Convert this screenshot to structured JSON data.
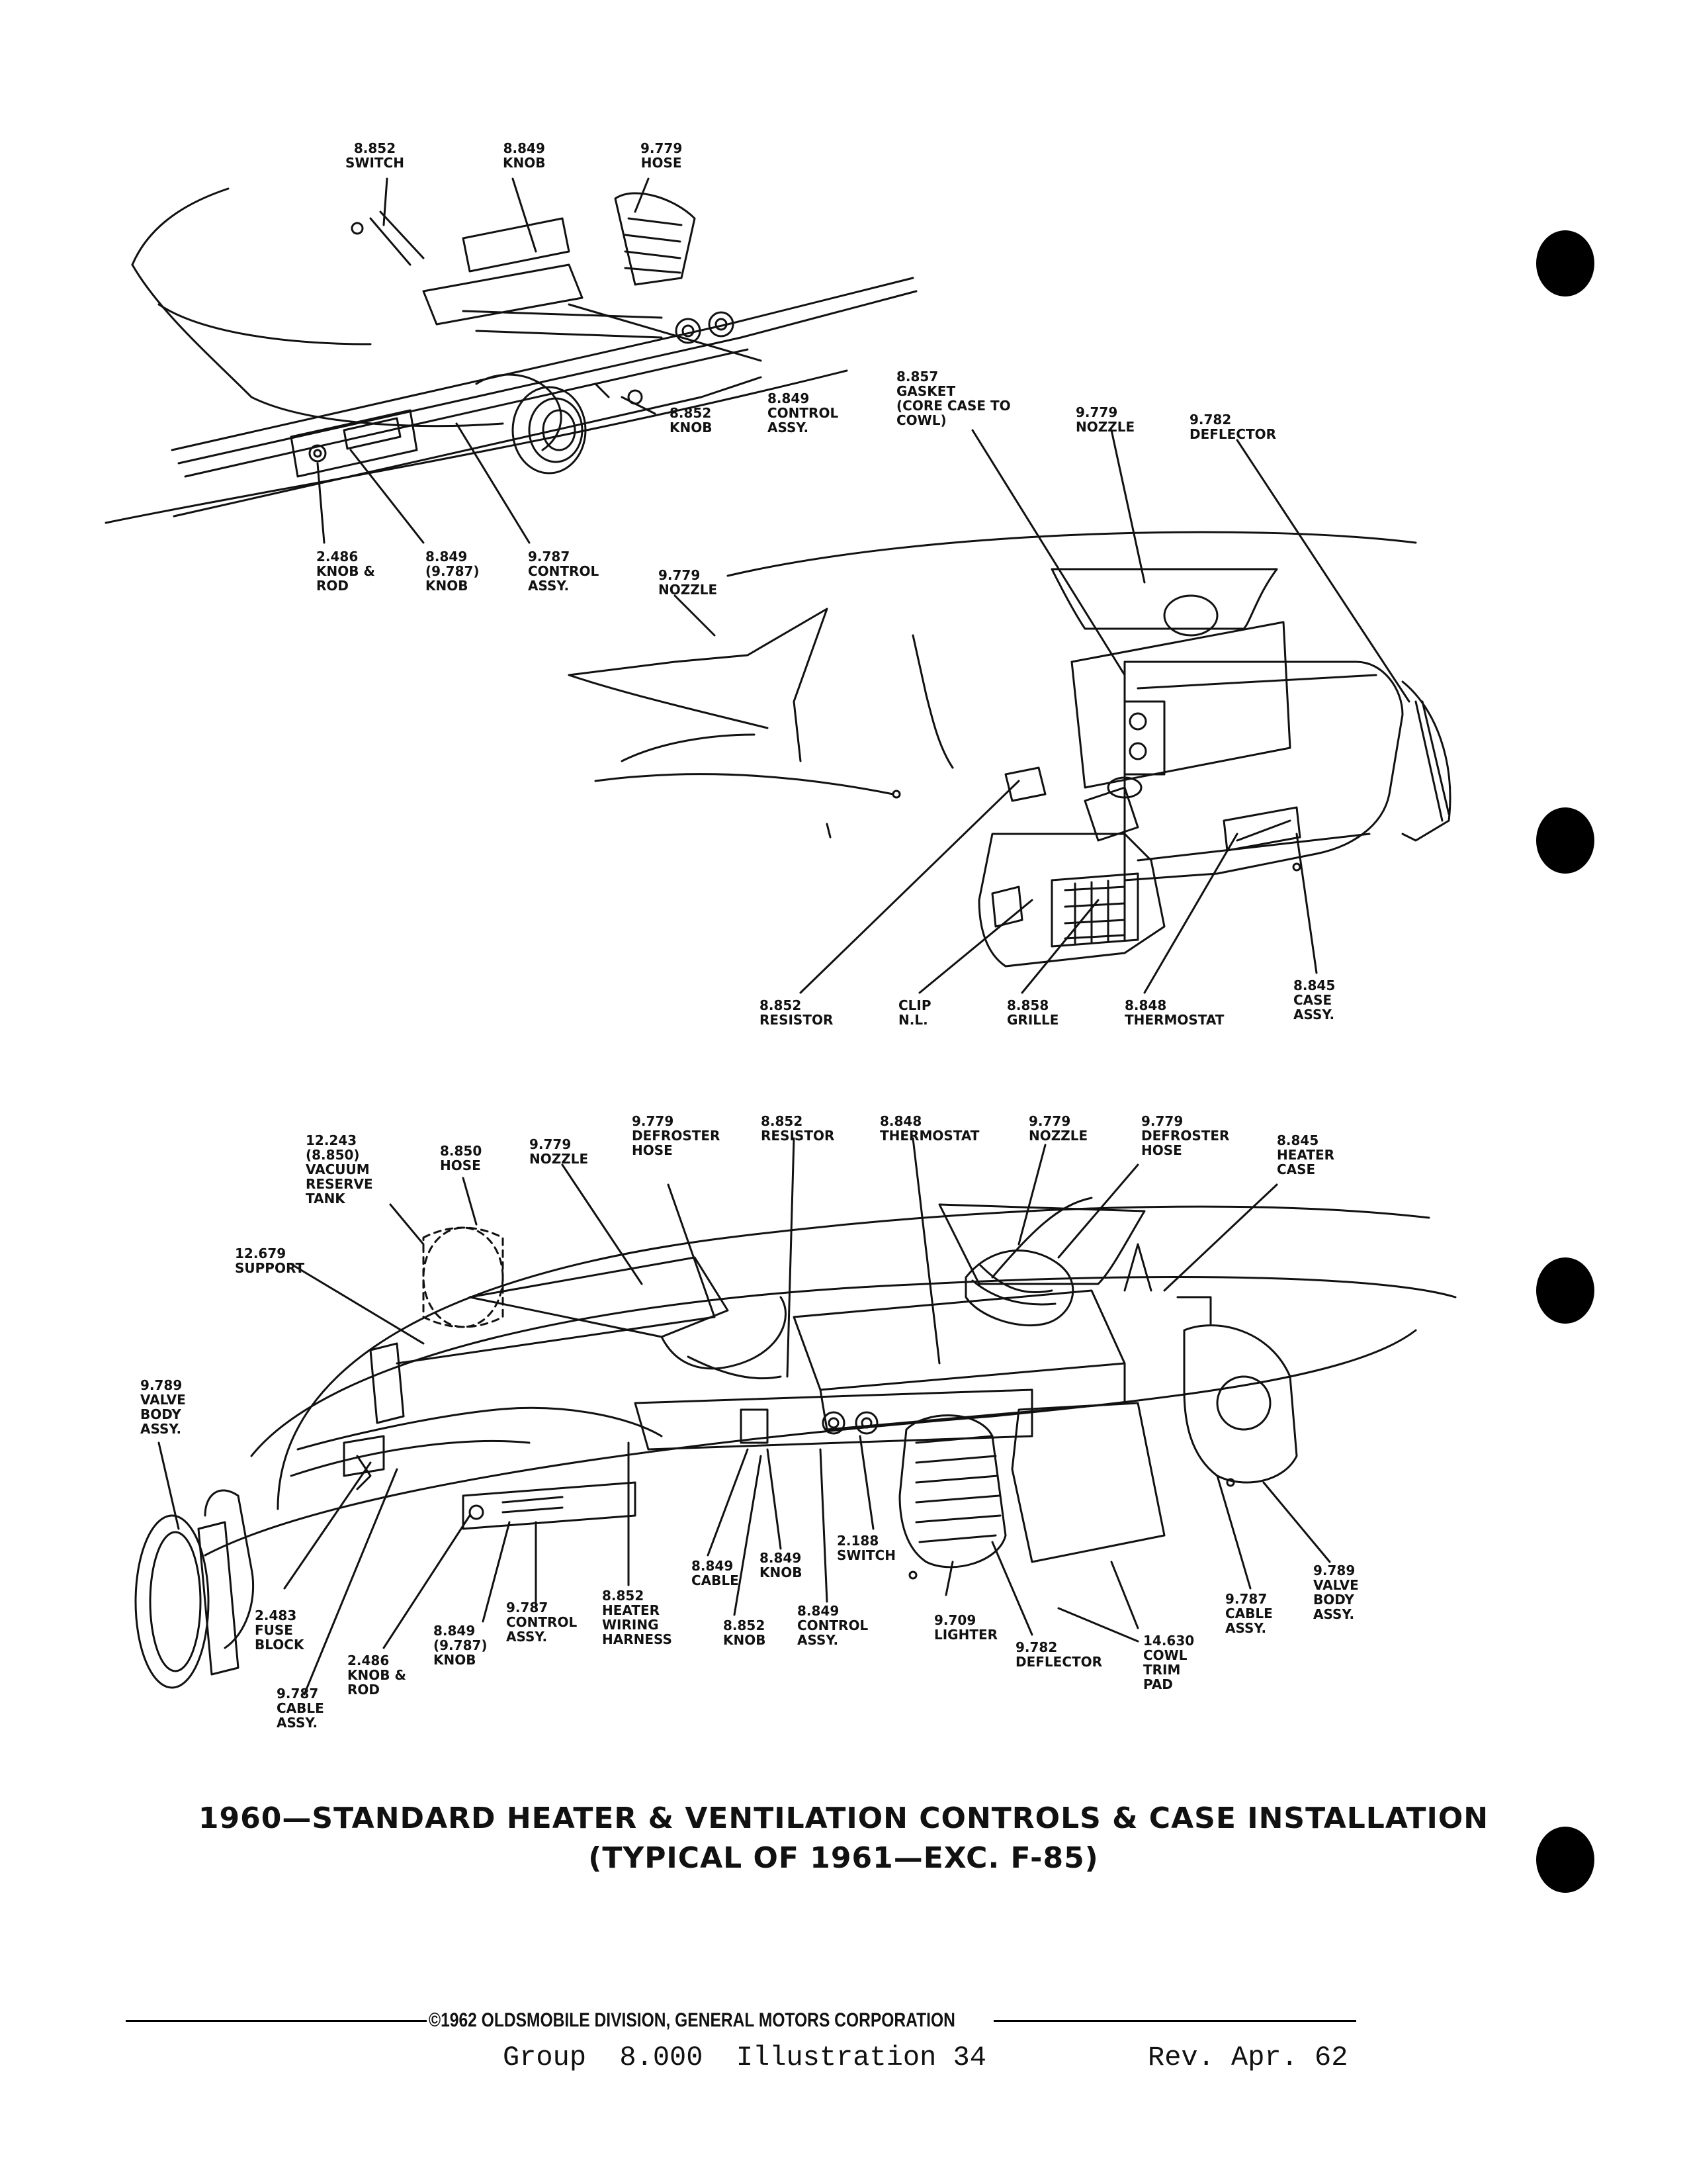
{
  "top_diagram": {
    "labels": [
      {
        "lines": [
          "8.852",
          "SWITCH"
        ]
      },
      {
        "lines": [
          "8.849",
          "KNOB"
        ]
      },
      {
        "lines": [
          "9.779",
          "HOSE"
        ]
      },
      {
        "lines": [
          "8.852",
          "KNOB"
        ]
      },
      {
        "lines": [
          "8.849",
          "CONTROL",
          "ASSY."
        ]
      },
      {
        "lines": [
          "2.486",
          "KNOB &",
          "ROD"
        ]
      },
      {
        "lines": [
          "8.849",
          "(9.787)",
          "KNOB"
        ]
      },
      {
        "lines": [
          "9.787",
          "CONTROL",
          "ASSY."
        ]
      }
    ]
  },
  "middle_diagram": {
    "labels": [
      {
        "lines": [
          "8.857",
          "GASKET",
          "(CORE CASE TO",
          "COWL)"
        ]
      },
      {
        "lines": [
          "9.779",
          "NOZZLE"
        ]
      },
      {
        "lines": [
          "9.782",
          "DEFLECTOR"
        ]
      },
      {
        "lines": [
          "9.779",
          "NOZZLE"
        ]
      },
      {
        "lines": [
          "8.852",
          "RESISTOR"
        ]
      },
      {
        "lines": [
          "CLIP",
          "N.L."
        ]
      },
      {
        "lines": [
          "8.858",
          "GRILLE"
        ]
      },
      {
        "lines": [
          "8.848",
          "THERMOSTAT"
        ]
      },
      {
        "lines": [
          "8.845",
          "CASE",
          "ASSY."
        ]
      }
    ]
  },
  "bottom_diagram": {
    "labels": [
      {
        "lines": [
          "12.243",
          "(8.850)",
          "VACUUM",
          "RESERVE",
          "TANK"
        ]
      },
      {
        "lines": [
          "8.850",
          "HOSE"
        ]
      },
      {
        "lines": [
          "9.779",
          "NOZZLE"
        ]
      },
      {
        "lines": [
          "9.779",
          "DEFROSTER",
          "HOSE"
        ]
      },
      {
        "lines": [
          "8.852",
          "RESISTOR"
        ]
      },
      {
        "lines": [
          "8.848",
          "THERMOSTAT"
        ]
      },
      {
        "lines": [
          "9.779",
          "NOZZLE"
        ]
      },
      {
        "lines": [
          "9.779",
          "DEFROSTER",
          "HOSE"
        ]
      },
      {
        "lines": [
          "8.845",
          "HEATER",
          "CASE"
        ]
      },
      {
        "lines": [
          "12.679",
          "SUPPORT"
        ]
      },
      {
        "lines": [
          "9.789",
          "VALVE",
          "BODY",
          "ASSY."
        ]
      },
      {
        "lines": [
          "2.483",
          "FUSE",
          "BLOCK"
        ]
      },
      {
        "lines": [
          "9.787",
          "CABLE",
          "ASSY."
        ]
      },
      {
        "lines": [
          "2.486",
          "KNOB &",
          "ROD"
        ]
      },
      {
        "lines": [
          "8.849",
          "(9.787)",
          "KNOB"
        ]
      },
      {
        "lines": [
          "9.787",
          "CONTROL",
          "ASSY."
        ]
      },
      {
        "lines": [
          "8.852",
          "HEATER",
          "WIRING",
          "HARNESS"
        ]
      },
      {
        "lines": [
          "8.849",
          "CABLE"
        ]
      },
      {
        "lines": [
          "8.849",
          "KNOB"
        ]
      },
      {
        "lines": [
          "8.852",
          "KNOB"
        ]
      },
      {
        "lines": [
          "8.849",
          "CONTROL",
          "ASSY."
        ]
      },
      {
        "lines": [
          "2.188",
          "SWITCH"
        ]
      },
      {
        "lines": [
          "9.709",
          "LIGHTER"
        ]
      },
      {
        "lines": [
          "9.782",
          "DEFLECTOR"
        ]
      },
      {
        "lines": [
          "14.630",
          "COWL",
          "TRIM",
          "PAD"
        ]
      },
      {
        "lines": [
          "9.787",
          "CABLE",
          "ASSY."
        ]
      },
      {
        "lines": [
          "9.789",
          "VALVE",
          "BODY",
          "ASSY."
        ]
      }
    ]
  },
  "title": {
    "line1": "1960—STANDARD HEATER & VENTILATION CONTROLS & CASE INSTALLATION",
    "line2": "(TYPICAL OF 1961—EXC. F-85)"
  },
  "footer": {
    "copyright": "©1962 OLDSMOBILE DIVISION, GENERAL MOTORS CORPORATION",
    "group": "Group  8.000  Illustration 34",
    "revision": "Rev. Apr. 62"
  }
}
